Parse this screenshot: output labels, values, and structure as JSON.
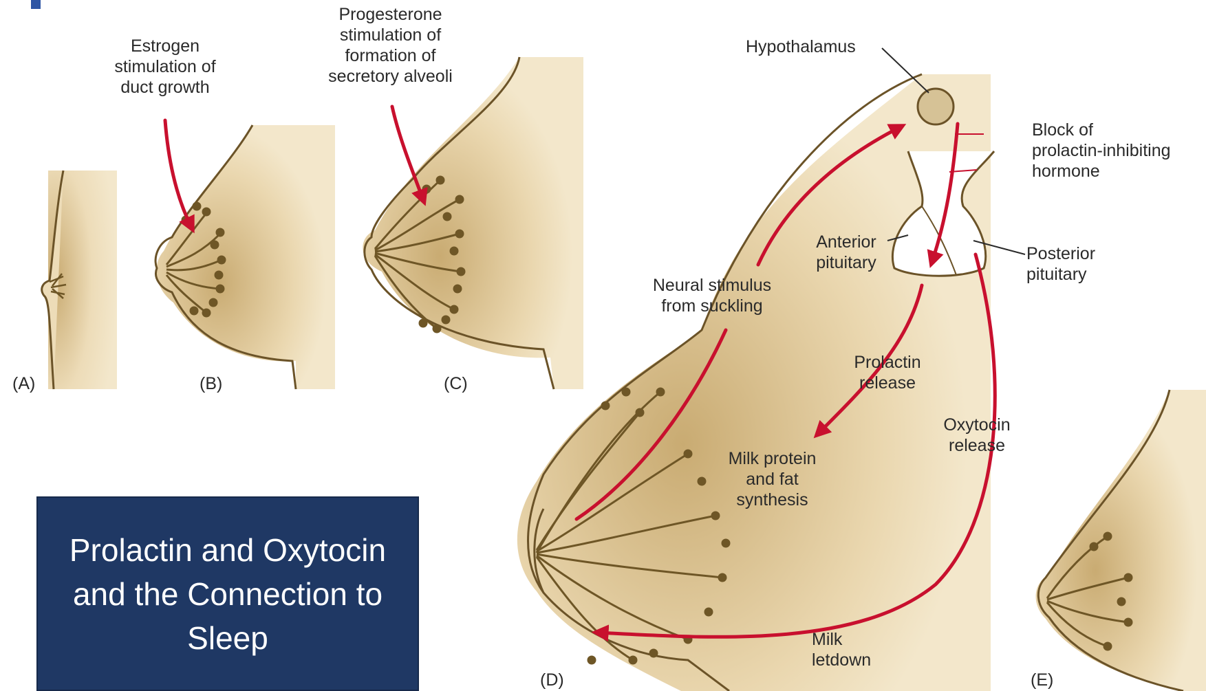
{
  "colors": {
    "skin": "#eddcb8",
    "skin_shade": "#c9ab72",
    "outline": "#6b5328",
    "duct": "#6e5626",
    "arrow_red": "#c8102e",
    "title_box": "#1f3864",
    "title_text": "#ffffff",
    "corner_mark": "#2e55a4"
  },
  "labels": {
    "estrogen": [
      "Estrogen",
      "stimulation of",
      "duct growth"
    ],
    "progesterone": [
      "Progesterone",
      "stimulation of",
      "formation of",
      "secretory alveoli"
    ],
    "hypothalamus": "Hypothalamus",
    "block": [
      "Block of",
      "prolactin-inhibiting",
      "hormone"
    ],
    "anterior_pituitary": [
      "Anterior",
      "pituitary"
    ],
    "posterior_pituitary": [
      "Posterior",
      "pituitary"
    ],
    "neural_stimulus": [
      "Neural stimulus",
      "from suckling"
    ],
    "prolactin_release": [
      "Prolactin",
      "release"
    ],
    "oxytocin_release": [
      "Oxytocin",
      "release"
    ],
    "milk_protein": [
      "Milk protein",
      "and fat",
      "synthesis"
    ],
    "milk_letdown": [
      "Milk",
      "letdown"
    ]
  },
  "panels": {
    "a": "(A)",
    "b": "(B)",
    "c": "(C)",
    "d": "(D)",
    "e": "(E)"
  },
  "title": {
    "line1": "Prolactin and Oxytocin",
    "line2": "and the Connection to",
    "line3": "Sleep"
  }
}
